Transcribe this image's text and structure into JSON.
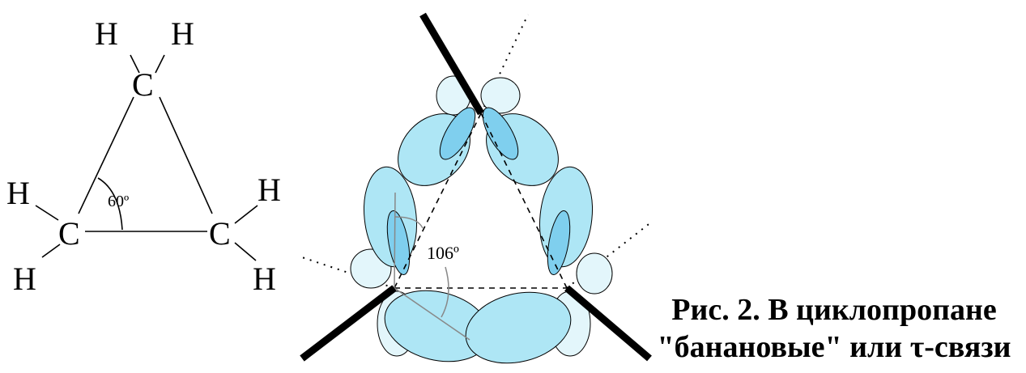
{
  "left_structure": {
    "atoms": {
      "h_top_left": "H",
      "h_top_right": "H",
      "c_top": "C",
      "h_left_upper": "H",
      "c_left": "C",
      "h_left_lower": "H",
      "h_right_upper": "H",
      "c_right": "C",
      "h_right_lower": "H"
    },
    "angle_label": "60º"
  },
  "right_diagram": {
    "angle_label": "106º"
  },
  "caption": {
    "line1": "Рис. 2. В циклопропане",
    "line2": "\"банановые\" или τ-связи"
  }
}
